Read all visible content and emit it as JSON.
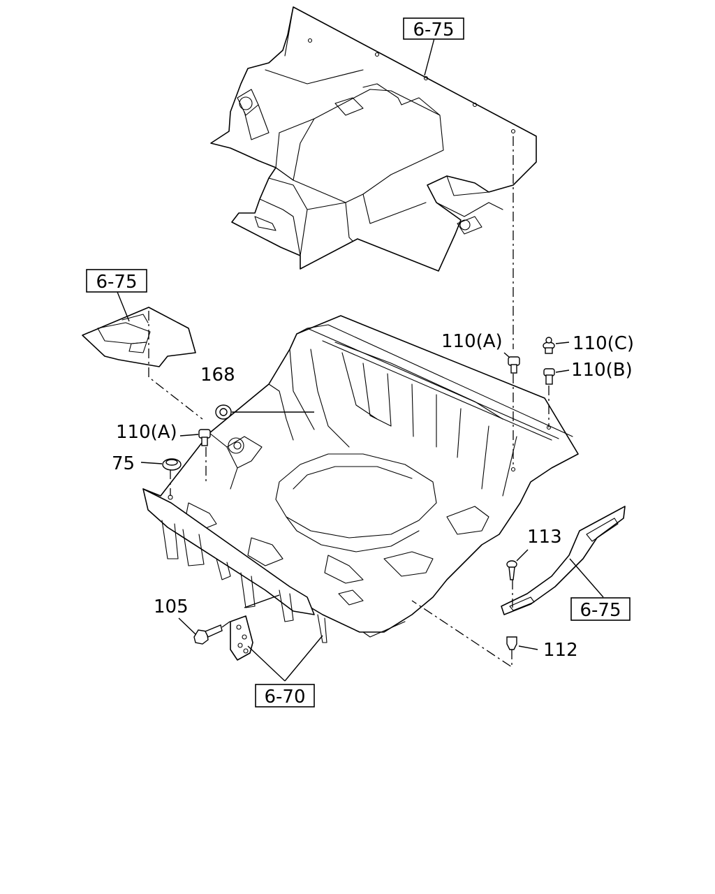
{
  "callouts": {
    "ref_top": "6-75",
    "ref_left": "6-75",
    "ref_right": "6-75",
    "ref_bottom": "6-70",
    "part_110_a_upper": "110(A)",
    "part_110_c": "110(C)",
    "part_110_b": "110(B)",
    "part_168": "168",
    "part_110_a_left": "110(A)",
    "part_75": "75",
    "part_113": "113",
    "part_105": "105",
    "part_112": "112"
  }
}
